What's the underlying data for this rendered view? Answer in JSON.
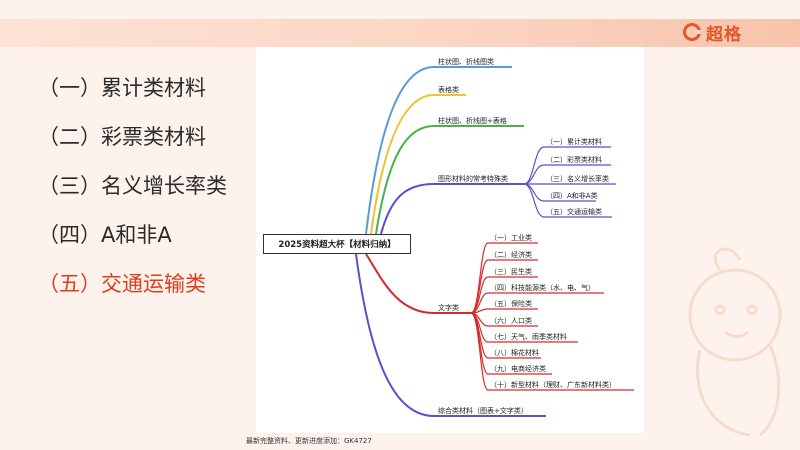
{
  "brand": {
    "name": "超格",
    "accent": "#e8542a"
  },
  "menu": {
    "items": [
      {
        "label": "（一）累计类材料"
      },
      {
        "label": "（二）彩票类材料"
      },
      {
        "label": "（三）名义增长率类"
      },
      {
        "label": "（四）A和非A"
      },
      {
        "label": "（五）交通运输类"
      }
    ],
    "active_index": 4,
    "active_color": "#e03c1c"
  },
  "mindmap": {
    "root": "2025资料超大杯【材料归纳】",
    "branches": [
      {
        "label": "柱状图、折线图类",
        "color": "#5b9bd5"
      },
      {
        "label": "表格类",
        "color": "#f2c12e"
      },
      {
        "label": "柱状图、折线图+表格",
        "color": "#4caf50"
      },
      {
        "label": "图形材料的常考特殊类",
        "color": "#5a4fcf",
        "children": [
          "（一）累计类材料",
          "（二）彩票类材料",
          "（三）名义增长率类",
          "（四）A和非A类",
          "（五）交通运输类"
        ]
      },
      {
        "label": "文字类",
        "color": "#d42b2b",
        "children": [
          "（一）工业类",
          "（二）经济类",
          "（三）民生类",
          "（四）科技能源类（水、电、气）",
          "（五）保险类",
          "（六）人口类",
          "（七）天气、雨季类材料",
          "（八）棉花材料",
          "（九）电商经济类",
          "（十）新型材料（理财、广东新材料类）"
        ]
      },
      {
        "label": "综合类材料（图表+文字类）",
        "color": "#5a4fcf"
      }
    ]
  },
  "footer": {
    "text": "最新完整资料、更新进度添加：GK4727"
  }
}
